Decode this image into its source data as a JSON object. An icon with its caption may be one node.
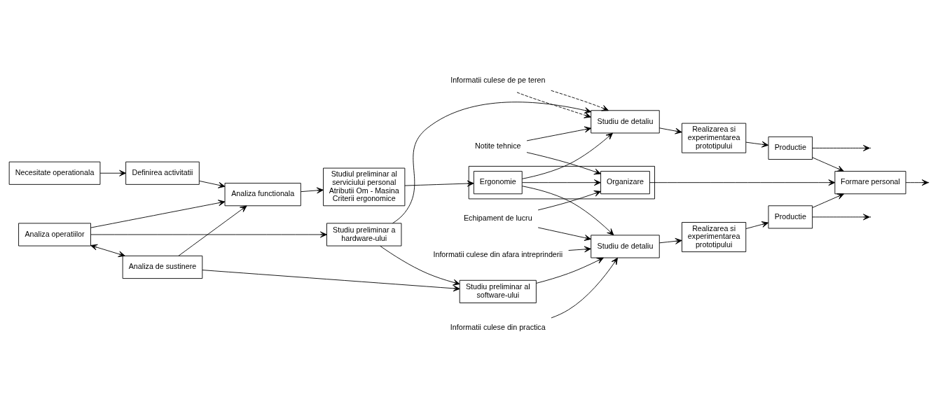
{
  "diagram": {
    "nodes": [
      {
        "text": [
          "Necesitate operationala"
        ]
      },
      {
        "text": [
          "Definirea activitatii"
        ]
      },
      {
        "text": [
          "Analiza operatiilor"
        ]
      },
      {
        "text": [
          "Studiu preliminar a hardware-ului"
        ]
      },
      {
        "text": [
          "Studiu de detaliu"
        ]
      },
      {
        "text": [
          "Realizarea si experimentarea prototipului"
        ]
      },
      {
        "text": [
          "Productie"
        ]
      },
      {
        "text": [
          "Analiza functionala"
        ]
      },
      {
        "text": [
          "Studiul preliminar al serviciului personal Atributii Om - Masina Criterii ergonomice"
        ]
      },
      {
        "text": [],
        "shape": "box"
      },
      {
        "text": [
          "Ergonomie"
        ],
        "in": 9
      },
      {
        "text": [
          "Organizare"
        ],
        "in": 9
      },
      {
        "text": [
          "Formare personal"
        ]
      },
      {
        "text": [
          "Analiza de sustinere"
        ]
      },
      {
        "text": [
          "Studiu preliminar al software-ului"
        ]
      },
      {
        "text": [
          "Studiu de detaliu"
        ]
      },
      {
        "text": [
          "Realizarea si experimentarea prototipului"
        ]
      },
      {
        "text": [
          "Productie"
        ]
      },
      {
        "text": [
          "Informatii culese de pe teren"
        ]
      },
      {
        "text": [
          "Notite tehnice"
        ]
      },
      {
        "text": [
          "Echipament de lucru"
        ]
      },
      {
        "text": [
          "Informatii culese din practica"
        ]
      },
      {
        "text": [
          "Informatii culese din afara intreprinderii"
        ]
      }
    ],
    "edges": [
      {
        "from": 0,
        "to": 1,
        "arrow": "to"
      },
      {
        "from": 1,
        "to": 7,
        "arrow": "to"
      },
      {
        "from": 2,
        "to": 13,
        "arrow": "both"
      },
      {
        "from": 2,
        "to": 3,
        "arrow": "to"
      },
      {
        "from": 2,
        "to": 7,
        "arrow": "to"
      },
      {
        "from": 13,
        "to": 14,
        "arrow": "to"
      },
      {
        "from": 13,
        "to": 7,
        "arrow": "to"
      },
      {
        "from": 3,
        "to": 4,
        "arrow": "to"
      },
      {
        "from": 3,
        "to": 14,
        "arrow": "to"
      },
      {
        "from": 7,
        "to": 8,
        "arrow": "to"
      },
      {
        "from": 8,
        "to": 10,
        "arrow": "to"
      },
      {
        "from": 10,
        "to": 4,
        "arrow": "to"
      },
      {
        "from": 10,
        "to": 15,
        "arrow": "to"
      },
      {
        "from": 10,
        "to": 11,
        "arrow": "to"
      },
      {
        "from": 14,
        "to": 15,
        "arrow": "to"
      },
      {
        "from": 18,
        "to": 4,
        "arrow": "to",
        "style": "dashed"
      },
      {
        "from": 18,
        "to": 4,
        "arrow": "to",
        "style": "dashed"
      },
      {
        "from": 19,
        "to": 4,
        "arrow": "to"
      },
      {
        "from": 19,
        "to": 11,
        "arrow": "to"
      },
      {
        "from": 20,
        "to": 15,
        "arrow": "to"
      },
      {
        "from": 20,
        "to": 11,
        "arrow": "to"
      },
      {
        "from": 21,
        "to": 15,
        "arrow": "to"
      },
      {
        "from": 22,
        "to": 15,
        "arrow": "to"
      },
      {
        "from": 4,
        "to": 5,
        "arrow": "to"
      },
      {
        "from": 5,
        "to": 6,
        "arrow": "to"
      },
      {
        "from": 15,
        "to": 16,
        "arrow": "to"
      },
      {
        "from": 16,
        "to": 17,
        "arrow": "to"
      },
      {
        "from": 11,
        "to": 12,
        "arrow": "to"
      },
      {
        "from": 6,
        "to": 12,
        "arrow": "to"
      },
      {
        "from": 17,
        "to": 12,
        "arrow": "to"
      },
      {
        "from": 12,
        "to": null,
        "arrow": "to"
      },
      {
        "from": 6,
        "to": null,
        "arrow": "to"
      },
      {
        "from": 17,
        "to": null,
        "arrow": "to"
      }
    ]
  }
}
